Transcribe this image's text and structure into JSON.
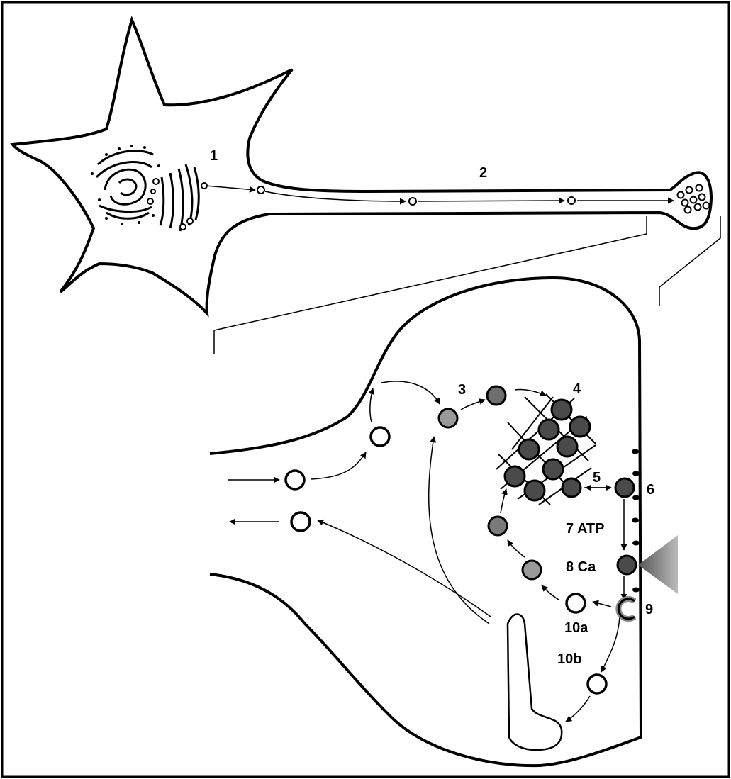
{
  "diagram": {
    "labels": {
      "l1": "1",
      "l2": "2",
      "l3": "3",
      "l4": "4",
      "l5": "5",
      "l6": "6",
      "l7": "7 ATP",
      "l8": "8 Ca",
      "l9": "9",
      "l10a": "10a",
      "l10b": "10b"
    },
    "colors": {
      "outline": "#000000",
      "vesicle_empty": "#ffffff",
      "vesicle_light": "#9a9a9a",
      "vesicle_mid": "#6e6e6e",
      "vesicle_dark": "#4a4a4a",
      "calcium_cone": "#8c8c8c"
    }
  }
}
